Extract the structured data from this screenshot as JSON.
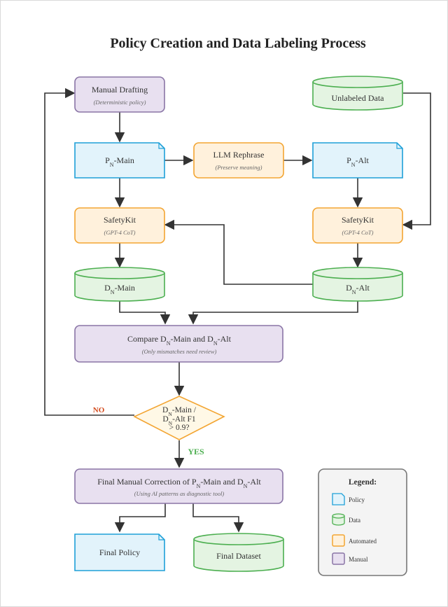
{
  "title": "Policy Creation and Data Labeling Process",
  "nodes": {
    "manual_drafting": {
      "label": "Manual Drafting",
      "sub": "(Deterministic policy)"
    },
    "unlabeled_data": {
      "label": "Unlabeled Data"
    },
    "pn_main": {
      "base": "P",
      "subscript": "N",
      "rest": "-Main"
    },
    "llm_rephrase": {
      "label": "LLM Rephrase",
      "sub": "(Preserve meaning)"
    },
    "pn_alt": {
      "base": "P",
      "subscript": "N",
      "rest": "-Alt"
    },
    "safetykit_left": {
      "label": "SafetyKit",
      "sub": "(GPT-4 CoT)"
    },
    "safetykit_right": {
      "label": "SafetyKit",
      "sub": "(GPT-4 CoT)"
    },
    "dn_main": {
      "base": "D",
      "subscript": "N",
      "rest": "-Main"
    },
    "dn_alt": {
      "base": "D",
      "subscript": "N",
      "rest": "-Alt"
    },
    "compare": {
      "p1": "Compare D",
      "s1": "N",
      "p2": "-Main and D",
      "s2": "N",
      "p3": "-Alt",
      "sub": "(Only mismatches need review)"
    },
    "decision": {
      "line1_base": "D",
      "line1_sub": "N",
      "line1_rest": "-Main /",
      "line2_base": "D",
      "line2_sub": "N",
      "line2_rest": "-Alt F1",
      "line3": "> 0.9?"
    },
    "final_correction": {
      "p1": "Final Manual Correction of P",
      "s1": "N",
      "p2": "-Main and D",
      "s2": "N",
      "p3": "-Alt",
      "sub": "(Using AI patterns as diagnostic tool)"
    },
    "final_policy": {
      "label": "Final Policy"
    },
    "final_dataset": {
      "label": "Final Dataset"
    }
  },
  "edge_labels": {
    "no": "NO",
    "yes": "YES"
  },
  "legend": {
    "title": "Legend:",
    "items": [
      {
        "label": "Policy",
        "kind": "policy"
      },
      {
        "label": "Data",
        "kind": "data"
      },
      {
        "label": "Automated",
        "kind": "automated"
      },
      {
        "label": "Manual",
        "kind": "manual"
      }
    ]
  },
  "colors": {
    "manual_fill": "#e8e0f0",
    "manual_stroke": "#8a75a6",
    "policy_fill": "#e2f3fb",
    "policy_stroke": "#1ea0d8",
    "data_fill": "#e4f4e2",
    "data_stroke": "#4caf50",
    "automated_fill": "#fff1dc",
    "automated_stroke": "#f3a532",
    "decision_fill": "#fff8e6",
    "no_color": "#d34a1c",
    "yes_color": "#4caf50",
    "edge": "#333333",
    "legend_fill": "#f4f4f4",
    "legend_stroke": "#777777"
  }
}
